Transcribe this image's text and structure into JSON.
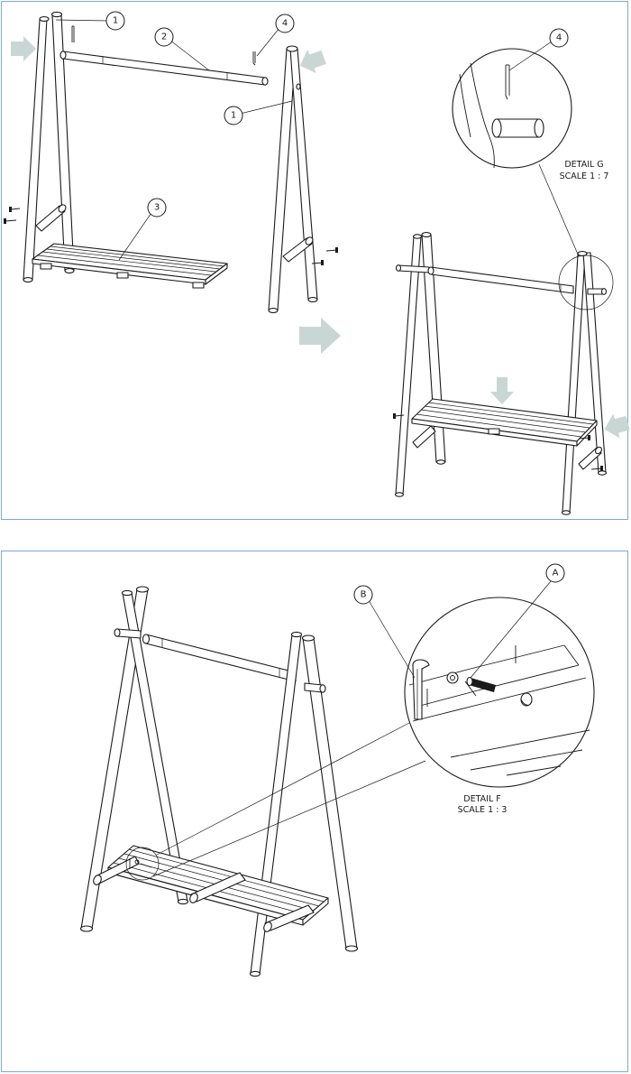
{
  "callouts": {
    "part_1": "1",
    "part_2": "2",
    "part_3": "3",
    "part_4": "4",
    "detail_g_part": "4",
    "detail_f_a": "A",
    "detail_f_b": "B"
  },
  "details": {
    "g_title": "DETAIL G",
    "g_scale": "SCALE 1 : 7",
    "f_title": "DETAIL F",
    "f_scale": "SCALE 1 : 3"
  },
  "colors": {
    "panel_border": "#7ea7d8",
    "arrow_fill": "#c9d7d4",
    "line": "#1a1a1a"
  }
}
